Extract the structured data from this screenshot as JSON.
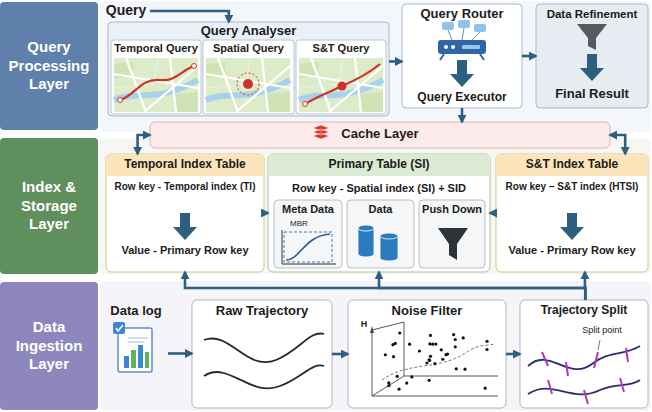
{
  "diagram": {
    "nodes": [
      {
        "text": [
          "Query Processing Layer"
        ]
      },
      {
        "text": [
          "Query"
        ]
      },
      {
        "text": [
          "Query Analyser"
        ]
      },
      {
        "text": [
          "Temporal Query"
        ],
        "in": 2
      },
      {
        "text": [
          "Spatial Query"
        ],
        "in": 2
      },
      {
        "text": [
          "S&T Query"
        ],
        "in": 2
      },
      {
        "text": [
          "Query Router",
          "Query Executor"
        ]
      },
      {
        "text": [
          "Data Refinement",
          "Final Result"
        ]
      },
      {
        "text": [
          "Cache Layer"
        ]
      },
      {
        "text": [
          "Index & Storage Layer"
        ]
      },
      {
        "text": [
          "Temporal Index Table",
          "Row key - Temporal index (TI)",
          "Value - Primary Row key"
        ]
      },
      {
        "text": [
          "Primary Table (SI)",
          "Row key - Spatial index (SI) + SID"
        ]
      },
      {
        "text": [
          "Meta Data"
        ],
        "in": 11
      },
      {
        "text": [
          "Data"
        ],
        "in": 11
      },
      {
        "text": [
          "Push Down"
        ],
        "in": 11
      },
      {
        "text": [
          "S&T Index Table",
          "Row key – S&T index (HTSI)",
          "Value - Primary Row key"
        ]
      },
      {
        "text": [
          "Data Ingestion Layer"
        ]
      },
      {
        "text": [
          "Data log"
        ]
      },
      {
        "text": [
          "Raw Trajectory"
        ]
      },
      {
        "text": [
          "Noise Filter"
        ]
      },
      {
        "text": [
          "Trajectory Split"
        ]
      }
    ],
    "edges": [
      {
        "from": 1,
        "to": 2,
        "arrow": "to"
      },
      {
        "from": 2,
        "to": 6,
        "arrow": "to"
      },
      {
        "from": 6,
        "to": 7,
        "arrow": "to"
      },
      {
        "from": 6,
        "to": 8,
        "arrow": "to"
      },
      {
        "from": 8,
        "to": 10,
        "arrow": "both"
      },
      {
        "from": 8,
        "to": 15,
        "arrow": "both"
      },
      {
        "from": 10,
        "to": 11,
        "arrow": "to"
      },
      {
        "from": 15,
        "to": 11,
        "arrow": "to"
      },
      {
        "from": 17,
        "to": 18,
        "arrow": "to"
      },
      {
        "from": 18,
        "to": 19,
        "arrow": "to"
      },
      {
        "from": 19,
        "to": 20,
        "arrow": "to"
      },
      {
        "from": 20,
        "to": 10,
        "arrow": "to"
      },
      {
        "from": 20,
        "to": 11,
        "arrow": "to"
      },
      {
        "from": 20,
        "to": 15,
        "arrow": "to"
      }
    ],
    "labels": [
      "MBR",
      "H",
      "Split point"
    ]
  }
}
